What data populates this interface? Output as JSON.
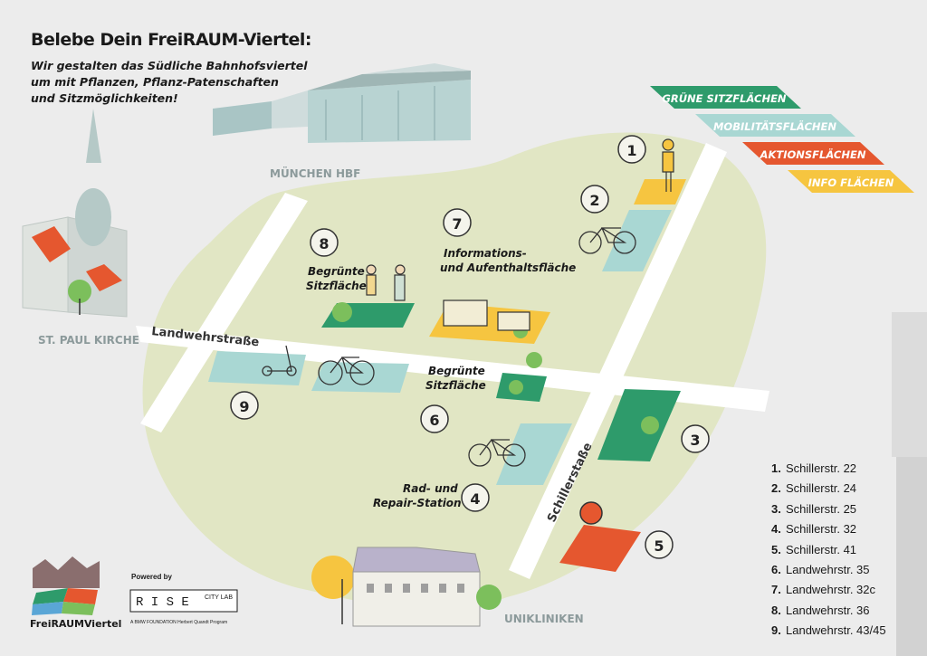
{
  "title": "Belebe Dein FreiRAUM-Viertel:",
  "subtitle_lines": [
    "Wir gestalten das Südliche Bahnhofsviertel",
    "um mit Pflanzen, Pflanz-Patenschaften",
    "und Sitzmöglichkeiten!"
  ],
  "landmarks": {
    "hbf": "MÜNCHEN HBF",
    "church": "ST. PAUL KIRCHE",
    "clinic": "UNIKLINIKEN"
  },
  "streets": {
    "landwehr": "Landwehrstraße",
    "schiller": "Schillerstaße"
  },
  "categories": [
    {
      "label": "GRÜNE SITZFLÄCHEN",
      "color": "#2e9b6b"
    },
    {
      "label": "MOBILITÄTSFLÄCHEN",
      "color": "#a9d7d3"
    },
    {
      "label": "AKTIONSFLÄCHEN",
      "color": "#e5572f"
    },
    {
      "label": "INFO FLÄCHEN",
      "color": "#f6c540"
    }
  ],
  "map_labels": {
    "gruen_8": [
      "Begrünte",
      "Sitzfläche"
    ],
    "info_7": [
      "Informations-",
      "und Aufenthaltsfläche"
    ],
    "gruen_6": [
      "Begrünte",
      "Sitzfläche"
    ],
    "rad_4": [
      "Rad- und",
      "Repair-Station"
    ]
  },
  "markers": [
    "1",
    "2",
    "3",
    "4",
    "5",
    "6",
    "7",
    "8",
    "9"
  ],
  "locations": [
    {
      "num": "1.",
      "addr": "Schillerstr. 22"
    },
    {
      "num": "2.",
      "addr": "Schillerstr. 24"
    },
    {
      "num": "3.",
      "addr": "Schillerstr. 25"
    },
    {
      "num": "4.",
      "addr": "Schillerstr. 32"
    },
    {
      "num": "5.",
      "addr": "Schillerstr. 41"
    },
    {
      "num": "6.",
      "addr": "Landwehrstr. 35"
    },
    {
      "num": "7.",
      "addr": "Landwehrstr. 32c"
    },
    {
      "num": "8.",
      "addr": "Landwehrstr. 36"
    },
    {
      "num": "9.",
      "addr": "Landwehrstr. 43/45"
    }
  ],
  "logos": {
    "freiraum": "FreiRAUMViertel",
    "powered_by": "Powered by",
    "rise": "R I S E",
    "citylab": "CITY LAB",
    "foundation": "A BMW FOUNDATION Herbert Quandt Program"
  },
  "colors": {
    "background": "#ececec",
    "district": "#e1e6c4",
    "street": "#ffffff",
    "green": "#2e9b6b",
    "mobility": "#a9d7d3",
    "action": "#e5572f",
    "info": "#f6c540"
  }
}
